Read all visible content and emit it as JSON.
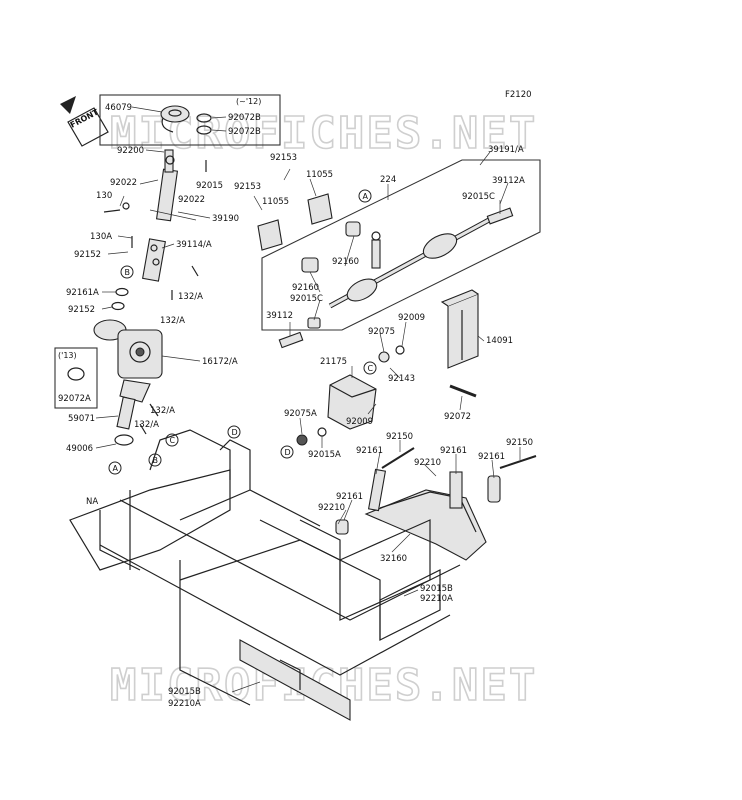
{
  "figure_code": "F2120",
  "watermark": "MICROFICHES.NET",
  "front_arrow_label": "FRONT",
  "inset_label_top": "(~'12)",
  "inset_label_side": "('13)",
  "callout_letters": [
    "A",
    "B",
    "C",
    "D"
  ],
  "frame_label": "NA",
  "parts": {
    "p46079": "46079",
    "p92072B_1": "92072B",
    "p92072B_2": "92072B",
    "p92200": "92200",
    "p92022a": "92022",
    "p92022b": "92022",
    "p92015a": "92015",
    "p130": "130",
    "p39190": "39190",
    "p130A": "130A",
    "p39114A": "39114/A",
    "p92152a": "92152",
    "p92161A": "92161A",
    "p132Aa": "132/A",
    "p92152b": "92152",
    "p132Ab": "132/A",
    "p16172A": "16172/A",
    "p92072A": "92072A",
    "p59071": "59071",
    "p132Ac": "132/A",
    "p132Ad": "132/A",
    "p49006": "49006",
    "p92153a": "92153",
    "p11055a": "11055",
    "p92153b": "92153",
    "p11055b": "11055",
    "p224": "224",
    "p39191A": "39191/A",
    "p39112A": "39112A",
    "p92015C_a": "92015C",
    "p92160a": "92160",
    "p92160b": "92160",
    "p92015C_b": "92015C",
    "p39112": "39112",
    "p92075": "92075",
    "p92009a": "92009",
    "p14091": "14091",
    "p21175": "21175",
    "p92143": "92143",
    "p92075A": "92075A",
    "p92009b": "92009",
    "p92072": "92072",
    "p92015A": "92015A",
    "p92150a": "92150",
    "p92161a": "92161",
    "p92210a": "92210",
    "p92161b": "92161",
    "p92150b": "92150",
    "p92161c": "92161",
    "p92161d": "92161",
    "p92210b": "92210",
    "p32160": "32160",
    "p92015B_a": "92015B",
    "p92210A_a": "92210A",
    "p92015B_b": "92015B",
    "p92210A_b": "92210A"
  }
}
